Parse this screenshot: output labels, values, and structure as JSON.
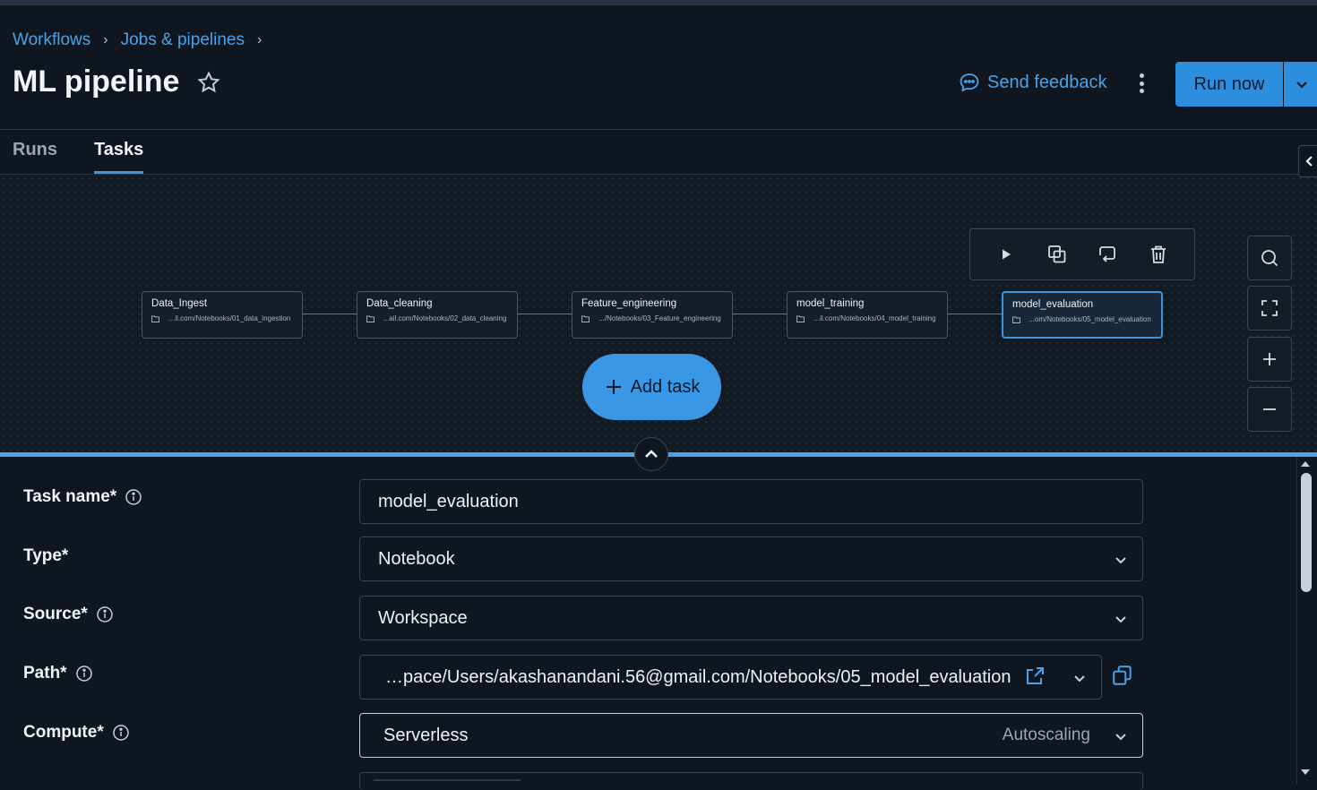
{
  "breadcrumb": {
    "items": [
      "Workflows",
      "Jobs & pipelines"
    ]
  },
  "page": {
    "title": "ML pipeline"
  },
  "header": {
    "feedback_label": "Send feedback",
    "run_label": "Run now"
  },
  "tabs": [
    {
      "label": "Runs",
      "active": false
    },
    {
      "label": "Tasks",
      "active": true
    }
  ],
  "graph": {
    "nodes": [
      {
        "name": "Data_Ingest",
        "path": "...il.com/Notebooks/01_data_ingestion"
      },
      {
        "name": "Data_cleaning",
        "path": "...ail.com/Notebooks/02_data_cleaning"
      },
      {
        "name": "Feature_engineering",
        "path": ".../Notebooks/03_Feature_engineering"
      },
      {
        "name": "model_training",
        "path": "...il.com/Notebooks/04_model_training"
      },
      {
        "name": "model_evaluation",
        "path": "...om/Notebooks/05_model_evaluation",
        "selected": true
      }
    ],
    "add_task_label": "Add task",
    "toolbar_icons": [
      "play-icon",
      "duplicate-icon",
      "repair-icon",
      "trash-icon"
    ],
    "controls": [
      "search-icon",
      "fit-view-icon",
      "zoom-in-icon",
      "zoom-out-icon"
    ]
  },
  "form": {
    "task_name": {
      "label": "Task name*",
      "value": "model_evaluation"
    },
    "type": {
      "label": "Type*",
      "value": "Notebook"
    },
    "source": {
      "label": "Source*",
      "value": "Workspace"
    },
    "path": {
      "label": "Path*",
      "value": "…pace/Users/akashanandani.56@gmail.com/Notebooks/05_model_evaluation"
    },
    "compute": {
      "label": "Compute*",
      "value": "Serverless",
      "extra": "Autoscaling"
    }
  },
  "colors": {
    "accent": "#3a97e5",
    "link": "#4aa3e8",
    "background": "#0f1620"
  }
}
